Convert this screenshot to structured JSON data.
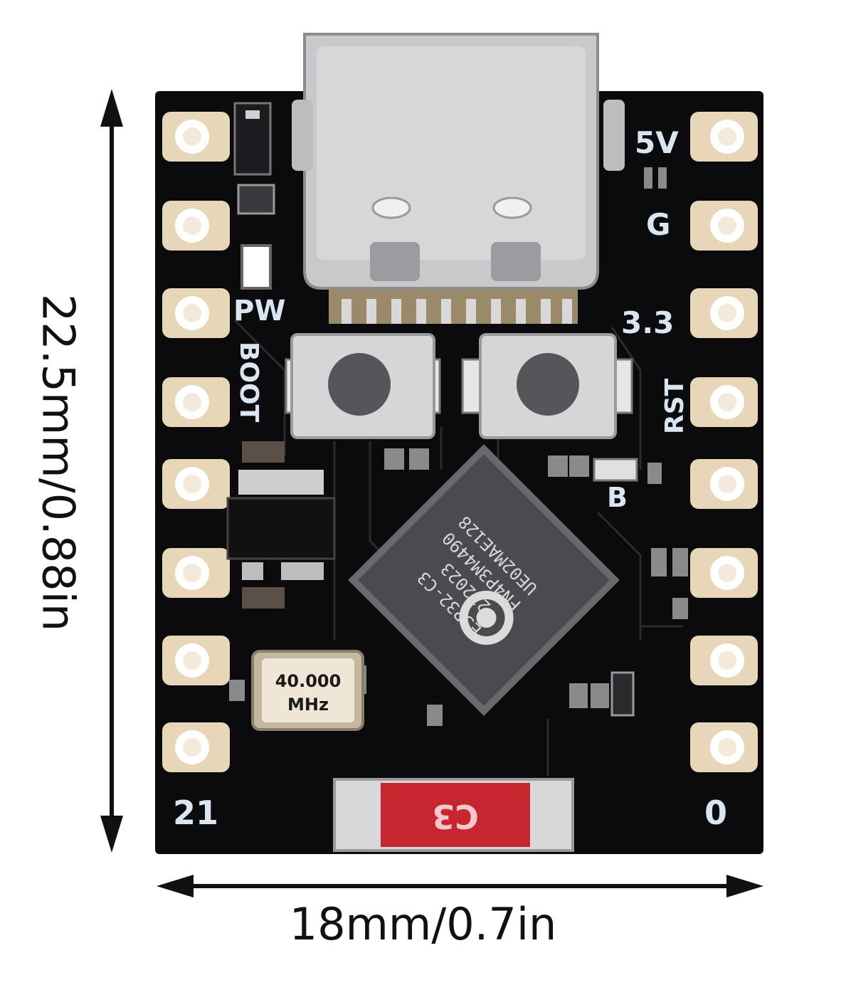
{
  "dimensions": {
    "width_label": "18mm/0.7in",
    "height_label": "22.5mm/0.88in"
  },
  "silkscreen": {
    "pin_5v": "5V",
    "pin_g": "G",
    "pin_33": "3.3",
    "pin_21": "21",
    "pin_0": "0",
    "pw": "PW",
    "boot": "BOOT",
    "rst": "RST",
    "b": "B"
  },
  "chip": {
    "line1": "ESP32-C3",
    "line2": "232023",
    "line3": "FN4P3M4490",
    "line4": "UE02MAE128"
  },
  "crystal": {
    "line1": "40.000",
    "line2": "MHz"
  },
  "antenna": {
    "label": "C3"
  },
  "colors": {
    "board": "#0b0b0d",
    "pad_copper": "#e8d6b8",
    "metal": "#c9c9cc",
    "antenna_red": "#c8262e",
    "silk": "#d9e6f2"
  }
}
